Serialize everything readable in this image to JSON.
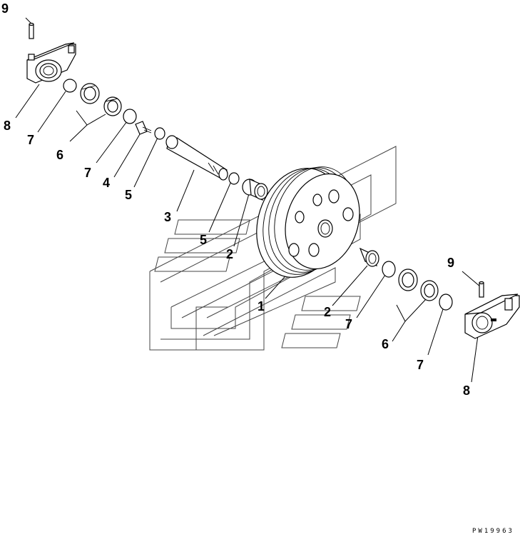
{
  "callouts": [
    {
      "id": "c9a",
      "text": "9"
    },
    {
      "id": "c8a",
      "text": "8"
    },
    {
      "id": "c7a",
      "text": "7"
    },
    {
      "id": "c6a",
      "text": "6"
    },
    {
      "id": "c7b",
      "text": "7"
    },
    {
      "id": "c4",
      "text": "4"
    },
    {
      "id": "c5a",
      "text": "5"
    },
    {
      "id": "c3",
      "text": "3"
    },
    {
      "id": "c5b",
      "text": "5"
    },
    {
      "id": "c2a",
      "text": "2"
    },
    {
      "id": "c1",
      "text": "1"
    },
    {
      "id": "c2b",
      "text": "2"
    },
    {
      "id": "c7c",
      "text": "7"
    },
    {
      "id": "c9b",
      "text": "9"
    },
    {
      "id": "c6b",
      "text": "6"
    },
    {
      "id": "c7d",
      "text": "7"
    },
    {
      "id": "c8b",
      "text": "8"
    }
  ],
  "figure_code": "PW19963"
}
